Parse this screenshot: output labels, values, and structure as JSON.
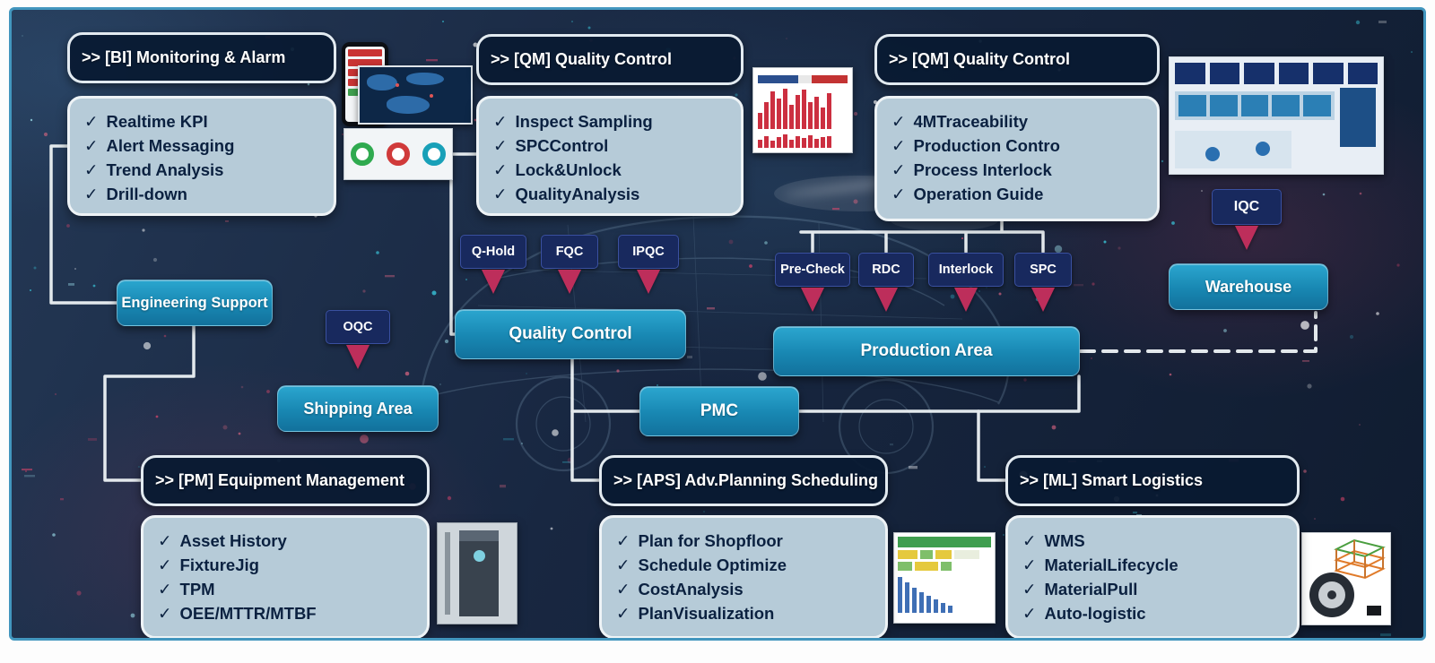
{
  "glyphs": {
    "check": "✓"
  },
  "colors": {
    "background": "#16263f",
    "node_teal": "#1a90ba",
    "tag_navy": "#18295e",
    "arrow_red": "#bd2e5b",
    "panel_bg": "#b6cbd8",
    "header_bg": "#091a32",
    "connector_white": "#eef3f6",
    "dot_teal": "#3bd2e6",
    "dot_pink": "#e8476e"
  },
  "panels": {
    "bi": {
      "header": ">> [BI] Monitoring & Alarm",
      "items": [
        "Realtime KPI",
        "Alert Messaging",
        "Trend Analysis",
        "Drill-down"
      ]
    },
    "qm_mid": {
      "header": ">> [QM] Quality Control",
      "items": [
        "Inspect Sampling",
        "SPCControl",
        "Lock&Unlock",
        "QualityAnalysis"
      ]
    },
    "qm_right": {
      "header": ">> [QM] Quality Control",
      "items": [
        "4MTraceability",
        "Production Contro",
        "Process Interlock",
        "Operation Guide"
      ]
    },
    "pm": {
      "header": ">> [PM] Equipment Management",
      "items": [
        "Asset History",
        "FixtureJig",
        "TPM",
        "OEE/MTTR/MTBF"
      ]
    },
    "aps": {
      "header": ">> [APS] Adv.Planning Scheduling",
      "items": [
        "Plan for Shopfloor",
        "Schedule Optimize",
        "CostAnalysis",
        "PlanVisualization"
      ]
    },
    "ml": {
      "header": ">> [ML] Smart Logistics",
      "items": [
        "WMS",
        "MaterialLifecycle",
        "MaterialPull",
        "Auto-logistic"
      ]
    }
  },
  "nodes": {
    "engineering_support": "Engineering Support",
    "quality_control": "Quality Control",
    "shipping_area": "Shipping Area",
    "pmc": "PMC",
    "production_area": "Production Area",
    "warehouse": "Warehouse"
  },
  "tags": {
    "q_hold": "Q-Hold",
    "fqc": "FQC",
    "ipqc": "IPQC",
    "oqc": "OQC",
    "pre_check": "Pre-Check",
    "rdc": "RDC",
    "interlock": "Interlock",
    "spc": "SPC",
    "iqc": "IQC"
  }
}
